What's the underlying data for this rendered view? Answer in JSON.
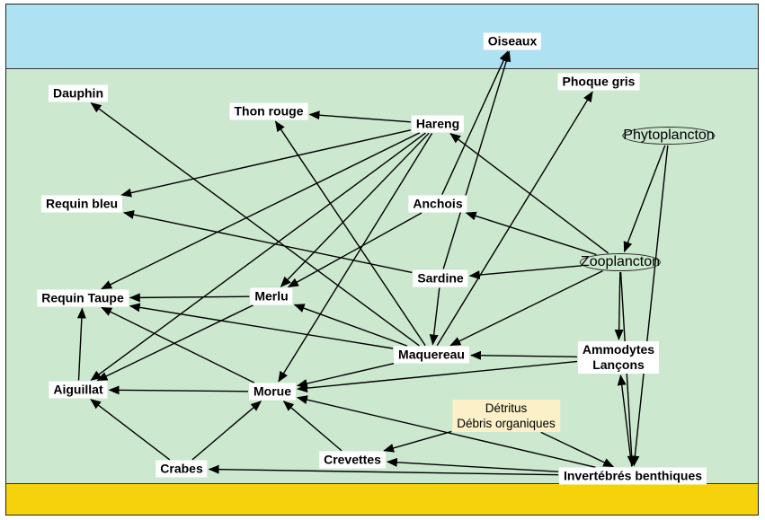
{
  "nodes": {
    "oiseaux": "Oiseaux",
    "phoque_gris": "Phoque gris",
    "dauphin": "Dauphin",
    "thon_rouge": "Thon rouge",
    "hareng": "Hareng",
    "phytoplancton": "Phytoplancton",
    "requin_bleu": "Requin bleu",
    "anchois": "Anchois",
    "zooplancton": "Zooplancton",
    "sardine": "Sardine",
    "requin_taupe": "Requin Taupe",
    "merlu": "Merlu",
    "maquereau": "Maquereau",
    "ammodytes": "Ammodytes",
    "lancons": "Lançons",
    "aiguillat": "Aiguillat",
    "morue": "Morue",
    "detritus": "Détritus",
    "debris": "Débris organiques",
    "crevettes": "Crevettes",
    "crabes": "Crabes",
    "invertebres": "Invertébrés benthiques"
  },
  "colors": {
    "sky": "#aee1f2",
    "water": "#cce8cf",
    "seabed": "#f6d20d",
    "phytoplancton": "#5fba71",
    "zooplancton": "#e5c6ee",
    "detritus": "#fbf0c8"
  },
  "links": [
    [
      "hareng",
      "thon_rouge"
    ],
    [
      "hareng",
      "requin_bleu"
    ],
    [
      "hareng",
      "requin_taupe"
    ],
    [
      "hareng",
      "merlu"
    ],
    [
      "hareng",
      "aiguillat"
    ],
    [
      "hareng",
      "morue"
    ],
    [
      "anchois",
      "oiseaux"
    ],
    [
      "anchois",
      "merlu"
    ],
    [
      "sardine",
      "oiseaux"
    ],
    [
      "sardine",
      "requin_bleu"
    ],
    [
      "sardine",
      "maquereau"
    ],
    [
      "zooplancton",
      "hareng"
    ],
    [
      "zooplancton",
      "anchois"
    ],
    [
      "zooplancton",
      "sardine"
    ],
    [
      "zooplancton",
      "maquereau"
    ],
    [
      "zooplancton",
      "ammodytes"
    ],
    [
      "zooplancton",
      "invertebres"
    ],
    [
      "phytoplancton",
      "zooplancton"
    ],
    [
      "phytoplancton",
      "invertebres"
    ],
    [
      "maquereau",
      "dauphin"
    ],
    [
      "maquereau",
      "thon_rouge"
    ],
    [
      "maquereau",
      "phoque_gris"
    ],
    [
      "maquereau",
      "requin_taupe"
    ],
    [
      "maquereau",
      "merlu"
    ],
    [
      "maquereau",
      "morue"
    ],
    [
      "merlu",
      "requin_taupe"
    ],
    [
      "merlu",
      "aiguillat"
    ],
    [
      "ammodytes",
      "maquereau"
    ],
    [
      "ammodytes",
      "morue"
    ],
    [
      "morue",
      "aiguillat"
    ],
    [
      "morue",
      "requin_taupe"
    ],
    [
      "aiguillat",
      "requin_taupe"
    ],
    [
      "crabes",
      "aiguillat"
    ],
    [
      "crabes",
      "morue"
    ],
    [
      "crevettes",
      "morue"
    ],
    [
      "detritus",
      "crevettes"
    ],
    [
      "detritus",
      "invertebres"
    ],
    [
      "invertebres",
      "crabes"
    ],
    [
      "invertebres",
      "crevettes"
    ],
    [
      "invertebres",
      "morue"
    ],
    [
      "invertebres",
      "ammodytes"
    ]
  ]
}
